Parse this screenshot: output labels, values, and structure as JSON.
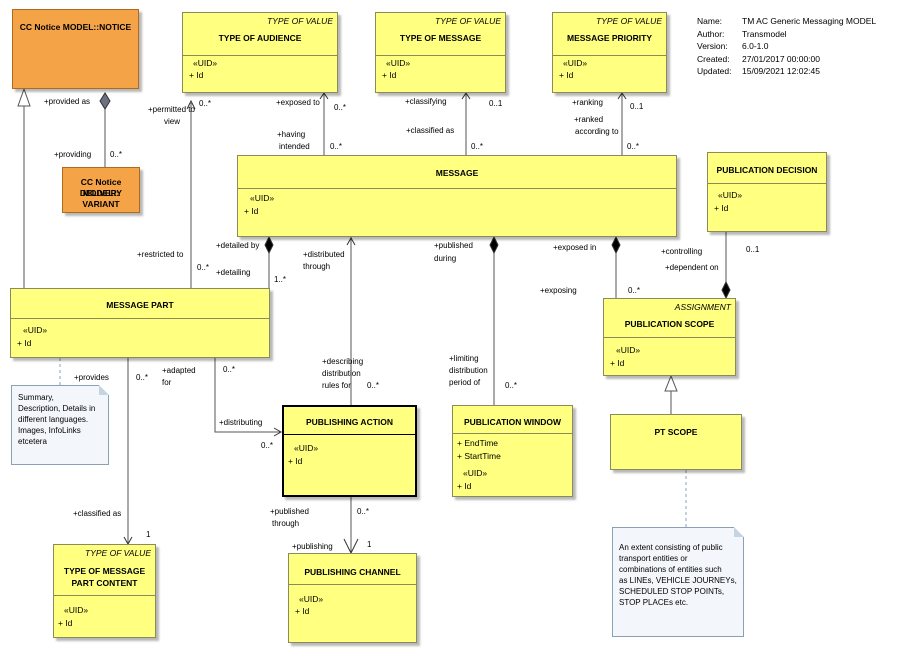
{
  "model_info": {
    "name_key": "Name:",
    "name": "TM AC Generic Messaging MODEL",
    "author_key": "Author:",
    "author": "Transmodel",
    "version_key": "Version:",
    "version": "6.0-1.0",
    "created_key": "Created:",
    "created": "27/01/2017 00:00:00",
    "updated_key": "Updated:",
    "updated": "15/09/2021 12:02:45"
  },
  "classes": {
    "cc_notice": {
      "name": "CC Notice MODEL::NOTICE"
    },
    "delivery_variant": {
      "name_line1": "CC Notice MODEL::",
      "name_line2": "DELIVERY VARIANT"
    },
    "type_of_audience": {
      "stereotype": "TYPE OF VALUE",
      "name": "TYPE OF AUDIENCE",
      "uid": "«UID»",
      "attr": "+    Id"
    },
    "type_of_message": {
      "stereotype": "TYPE OF VALUE",
      "name": "TYPE OF MESSAGE",
      "uid": "«UID»",
      "attr": "+    Id"
    },
    "message_priority": {
      "stereotype": "TYPE OF VALUE",
      "name": "MESSAGE PRIORITY",
      "uid": "«UID»",
      "attr": "+    Id"
    },
    "message": {
      "name": "MESSAGE",
      "uid": "«UID»",
      "attr": "+    Id"
    },
    "publication_decision": {
      "name": "PUBLICATION DECISION",
      "uid": "«UID»",
      "attr": "+    Id"
    },
    "message_part": {
      "name": "MESSAGE PART",
      "uid": "«UID»",
      "attr": "+    Id"
    },
    "publication_scope": {
      "stereotype": "ASSIGNMENT",
      "name": "PUBLICATION SCOPE",
      "uid": "«UID»",
      "attr": "+    Id"
    },
    "publishing_action": {
      "name": "PUBLISHING ACTION",
      "uid": "«UID»",
      "attr": "+    Id"
    },
    "publication_window": {
      "name": "PUBLICATION WINDOW",
      "attr1": "+    EndTime",
      "attr2": "+    StartTime",
      "uid": "«UID»",
      "attr": "+    Id"
    },
    "pt_scope": {
      "name": "PT SCOPE"
    },
    "type_of_message_part_content": {
      "stereotype": "TYPE OF VALUE",
      "name_line1": "TYPE OF MESSAGE",
      "name_line2": "PART CONTENT",
      "uid": "«UID»",
      "attr": "+    Id"
    },
    "publishing_channel": {
      "name": "PUBLISHING CHANNEL",
      "uid": "«UID»",
      "attr": "+    Id"
    }
  },
  "notes": {
    "message_part_note": [
      "Summary,",
      "Description, Details in",
      "different languages.",
      "Images,  InfoLinks",
      "etcetera"
    ],
    "pt_scope_note": [
      "An extent consisting of public",
      "transport entities or",
      "combinations of entities such",
      "as LINEs, VEHICLE JOURNEYs,",
      "SCHEDULED STOP POINTs,",
      "STOP PLACEs etc."
    ]
  },
  "labels": {
    "provided_as": "+provided as",
    "providing": "+providing",
    "mult_0n_a": "0..*",
    "permitted_to": "+permitted to",
    "view": "view",
    "mult_0n_b": "0..*",
    "restricted_to": "+restricted to",
    "mult_0n_c": "0..*",
    "exposed_to": "+exposed to",
    "mult_0n_d": "0..*",
    "having": "+having",
    "intended": "intended",
    "mult_0n_e": "0..*",
    "classifying": "+classifying",
    "mult_01_a": "0..1",
    "classified_as": "+classified as",
    "mult_0n_f": "0..*",
    "ranking": "+ranking",
    "mult_01_b": "0..1",
    "ranked": "+ranked",
    "according_to": "according to",
    "mult_0n_g": "0..*",
    "detailed_by": "+detailed by",
    "detailing": "+detailing",
    "mult_1n": "1..*",
    "distributed": "+distributed",
    "through": "through",
    "published": "+published",
    "during": "during",
    "exposed_in": "+exposed in",
    "exposing": "+exposing",
    "mult_0n_h": "0..*",
    "controlling": "+controlling",
    "dependent_on": "+dependent on",
    "mult_01_c": "0..1",
    "provides": "+provides",
    "mult_0n_i": "0..*",
    "adapted": "+adapted",
    "for": "for",
    "mult_0n_j": "0..*",
    "distributing": "+distributing",
    "mult_0n_k": "0..*",
    "describing": "+describing",
    "distribution": "distribution",
    "rules_for": "rules for",
    "mult_0n_l": "0..*",
    "limiting": "+limiting",
    "distribution2": "distribution",
    "period_of": "period of",
    "mult_0n_m": "0..*",
    "classified_as2": "+classified as",
    "mult_1_a": "1",
    "published2": "+published",
    "through2": "through",
    "mult_0n_n": "0..*",
    "publishing": "+publishing",
    "mult_1_b": "1"
  },
  "colors": {
    "class_fill": "#ffff80",
    "external_fill": "#f5a347",
    "note_fill": "#f3f7fb"
  }
}
